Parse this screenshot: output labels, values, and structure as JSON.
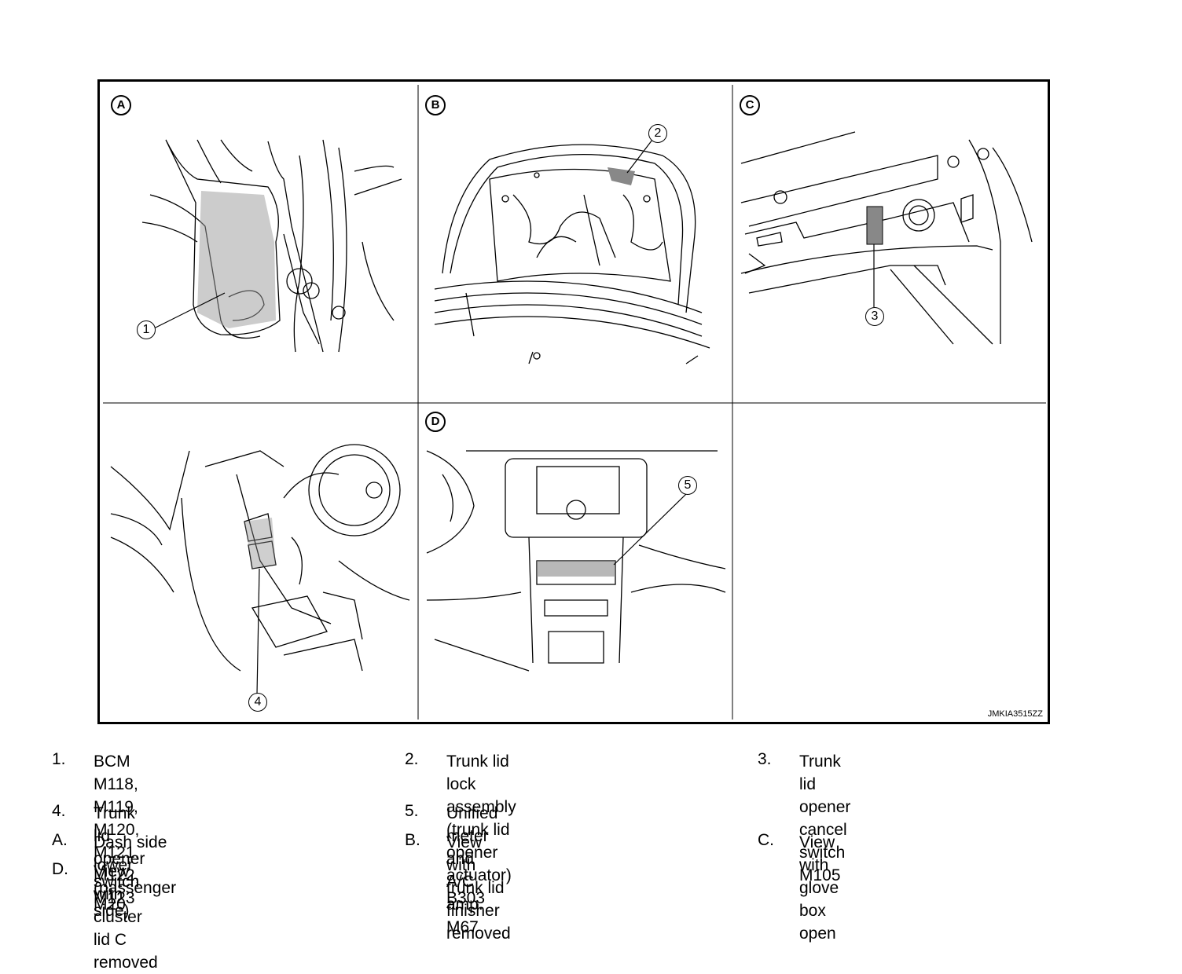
{
  "figure": {
    "code": "JMKIA3515ZZ",
    "views": [
      {
        "tag": "A",
        "callout": "1"
      },
      {
        "tag": "B",
        "callout": "2"
      },
      {
        "tag": "C",
        "callout": "3"
      },
      {
        "tag": "",
        "callout": "4"
      },
      {
        "tag": "D",
        "callout": "5"
      }
    ]
  },
  "legend": [
    {
      "num": "1.",
      "line1": "BCM M118, M119, M120, M121,",
      "line2": "M122, M123"
    },
    {
      "num": "2.",
      "line1": "Trunk lid lock assembly",
      "line2": "(trunk lid opener actuator) B303"
    },
    {
      "num": "3.",
      "line1": "Trunk lid opener cancel switch M105"
    },
    {
      "num": "4.",
      "line1": "Trunk lid opener switch M20"
    },
    {
      "num": "5.",
      "line1": "Unified meter and A/C amp. M67"
    },
    {
      "num": "A.",
      "line1": "Dash side lower (passenger side)"
    },
    {
      "num": "B.",
      "line1": "View with trunk lid finisher removed"
    },
    {
      "num": "C.",
      "line1": "View with glove box open"
    },
    {
      "num": "D.",
      "line1": "View with cluster lid C removed"
    }
  ]
}
